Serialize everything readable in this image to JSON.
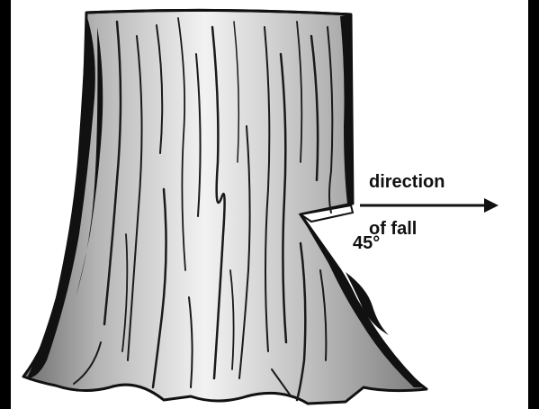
{
  "labels": {
    "direction_line1": "direction",
    "direction_line2": "of fall",
    "angle": "45°"
  },
  "colors": {
    "background": "#000000",
    "panel": "#ffffff",
    "ink": "#111111"
  },
  "icons": {
    "stump": "tree-stump-illustration",
    "arrow": "right-arrow-icon"
  }
}
